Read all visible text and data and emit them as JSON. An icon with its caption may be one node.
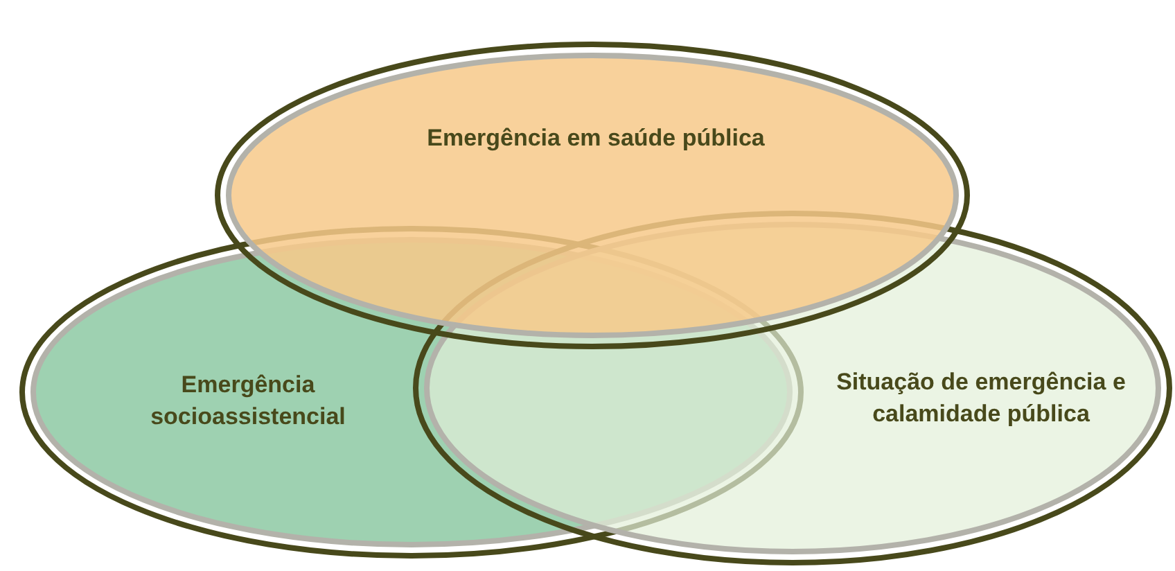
{
  "diagram": {
    "nodes": [
      {
        "text": [
          "Emergência em saúde pública"
        ]
      },
      {
        "text": [
          "Emergência socioassistencial"
        ]
      },
      {
        "text": [
          "Situação de emergência e calamidade pública"
        ]
      }
    ]
  }
}
